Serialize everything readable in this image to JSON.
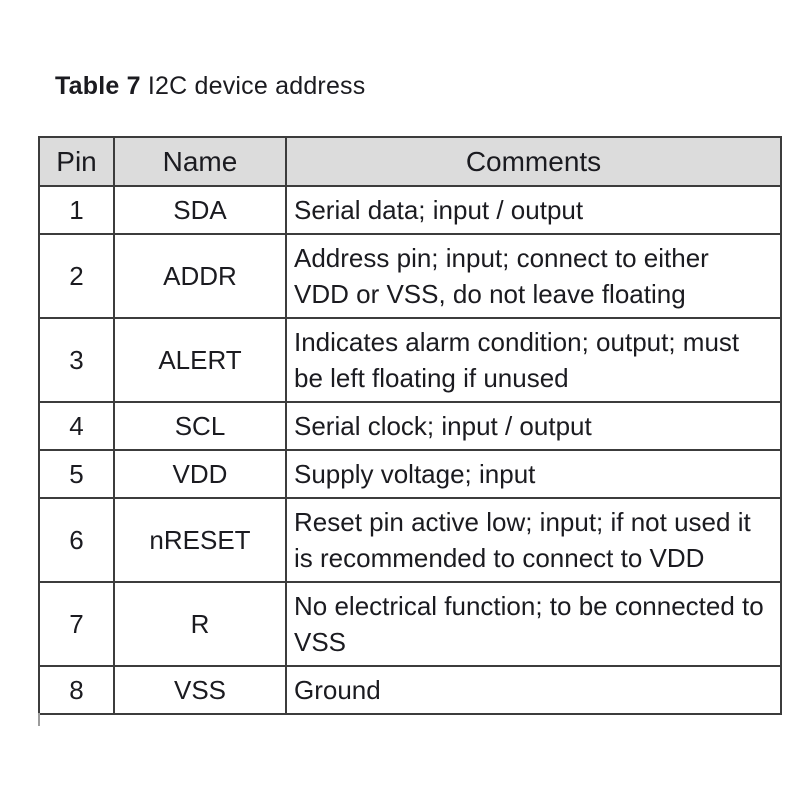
{
  "title": {
    "bold": "Table 7",
    "rest": " I2C device address"
  },
  "table": {
    "headers": {
      "pin": "Pin",
      "name": "Name",
      "comments": "Comments"
    },
    "rows": [
      {
        "pin": "1",
        "name": "SDA",
        "comments": "Serial data; input / output"
      },
      {
        "pin": "2",
        "name": "ADDR",
        "comments": "Address pin; input; connect to either\nVDD or VSS, do not leave floating"
      },
      {
        "pin": "3",
        "name": "ALERT",
        "comments": "Indicates alarm condition; output; must\nbe left floating if unused"
      },
      {
        "pin": "4",
        "name": "SCL",
        "comments": "Serial clock; input / output"
      },
      {
        "pin": "5",
        "name": "VDD",
        "comments": "Supply voltage; input"
      },
      {
        "pin": "6",
        "name": "nRESET",
        "comments": "Reset pin active low; input; if not used it\nis recommended to connect to VDD"
      },
      {
        "pin": "7",
        "name": "R",
        "comments": "No electrical function; to be connected to\nVSS"
      },
      {
        "pin": "8",
        "name": "VSS",
        "comments": "Ground"
      }
    ]
  },
  "colors": {
    "header_bg": "#dcdcdc",
    "border": "#3c3c3c",
    "text": "#1b1b20",
    "page_bg": "#ffffff"
  }
}
